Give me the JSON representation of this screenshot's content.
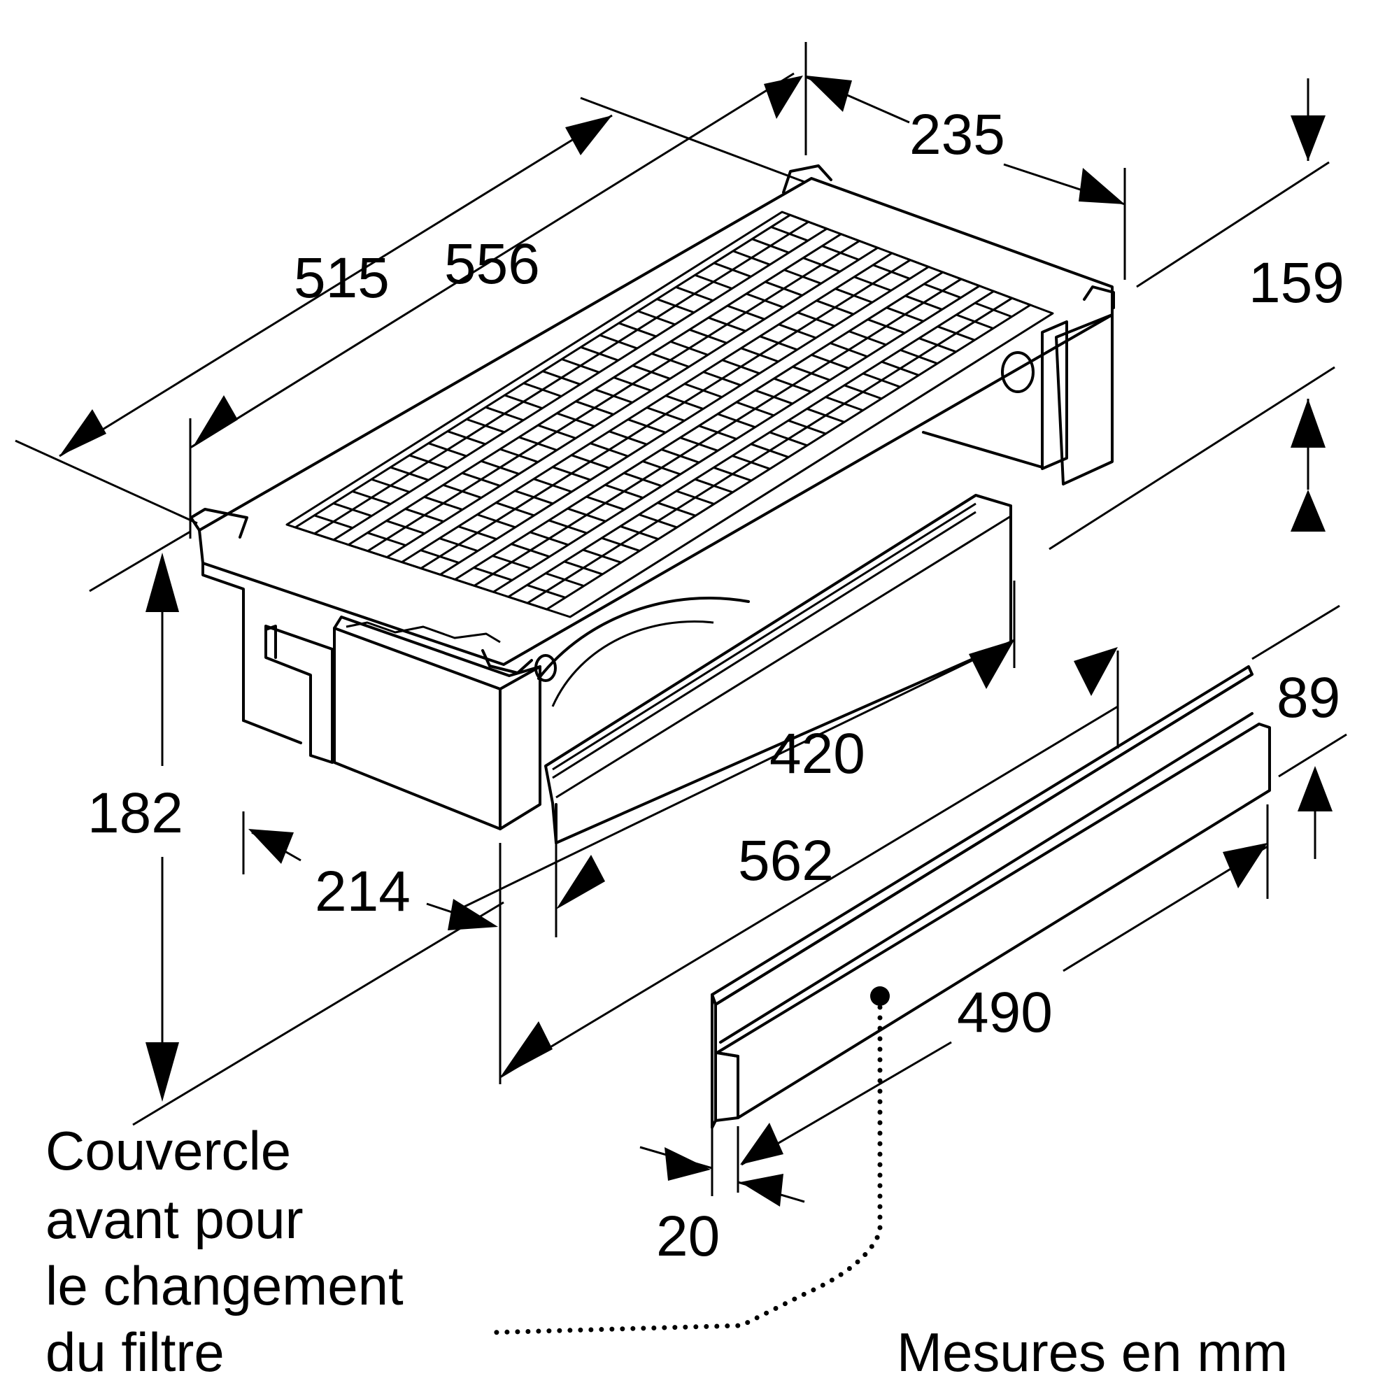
{
  "dimensions": {
    "d235": "235",
    "d515": "515",
    "d556": "556",
    "d159": "159",
    "d420": "420",
    "d182": "182",
    "d214": "214",
    "d562": "562",
    "d89": "89",
    "d490": "490",
    "d20": "20"
  },
  "caption": {
    "line1": "Couvercle",
    "line2": "avant pour",
    "line3": "le changement",
    "line4": "du filtre"
  },
  "units_note": "Mesures en mm"
}
